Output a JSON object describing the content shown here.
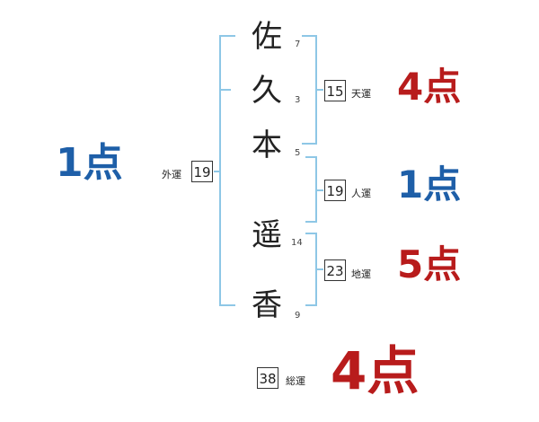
{
  "name": {
    "chars": [
      {
        "char": "佐",
        "strokes": "7"
      },
      {
        "char": "久",
        "strokes": "3"
      },
      {
        "char": "本",
        "strokes": "5"
      },
      {
        "char": "遥",
        "strokes": "14"
      },
      {
        "char": "香",
        "strokes": "9"
      }
    ]
  },
  "gaiun": {
    "label": "外運",
    "value": "19",
    "score": "1",
    "unit": "点"
  },
  "tenun": {
    "label": "天運",
    "value": "15",
    "score": "4",
    "unit": "点"
  },
  "jinun": {
    "label": "人運",
    "value": "19",
    "score": "1",
    "unit": "点"
  },
  "chiun": {
    "label": "地運",
    "value": "23",
    "score": "5",
    "unit": "点"
  },
  "souun": {
    "label": "総運",
    "value": "38",
    "score": "4",
    "unit": "点"
  },
  "colors": {
    "bracket": "#8ec7e6",
    "good": "#1e5fa8",
    "bad": "#b81c1c"
  }
}
